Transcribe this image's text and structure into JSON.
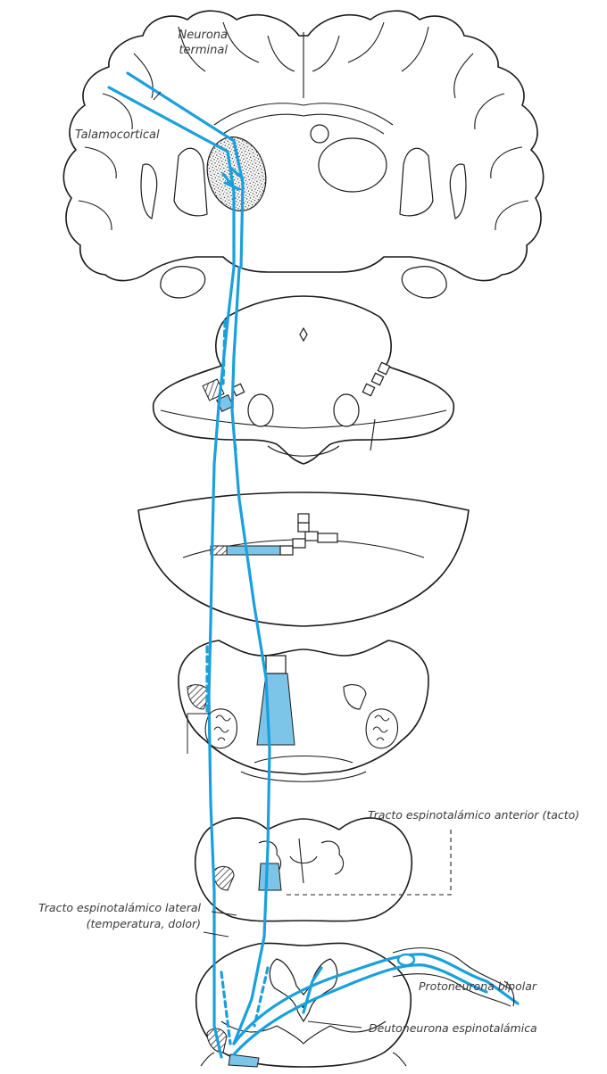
{
  "labels": {
    "neurona_terminal_1": "Neurona",
    "neurona_terminal_2": "terminal",
    "talamocortical": "Talamocortical",
    "tracto_anterior": "Tracto espinotalámico anterior (tacto)",
    "tracto_lateral_1": "Tracto espinotalámico lateral",
    "tracto_lateral_2": "(temperatura, dolor)",
    "protoneurona": "Protoneurona bipolar",
    "deutoneurona": "Deutoneurona espinotalámica"
  },
  "colors": {
    "tract": "#1aa0dc",
    "outline": "#1a1a1a",
    "label": "#3a3a3a"
  }
}
